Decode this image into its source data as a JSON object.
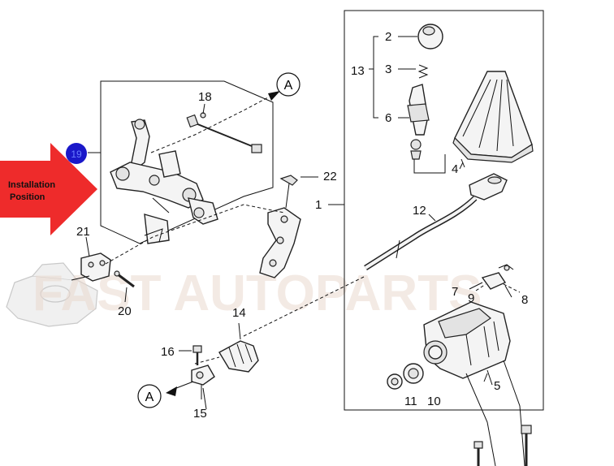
{
  "callout": {
    "label": "Installation\nPosition",
    "color": "#ee2b2b"
  },
  "marker": {
    "label": "19",
    "color": "#1a18c9"
  },
  "watermark": "FAST AUTOPARTS",
  "view_refs": {
    "top": "A",
    "bottom": "A"
  },
  "parts": {
    "p1": "1",
    "p2": "2",
    "p3": "3",
    "p4": "4",
    "p5": "5",
    "p6": "6",
    "p7": "7",
    "p8": "8",
    "p9": "9",
    "p10": "10",
    "p11": "11",
    "p12": "12",
    "p13": "13",
    "p14": "14",
    "p15": "15",
    "p16": "16",
    "p18": "18",
    "p20": "20",
    "p21": "21",
    "p22": "22"
  }
}
